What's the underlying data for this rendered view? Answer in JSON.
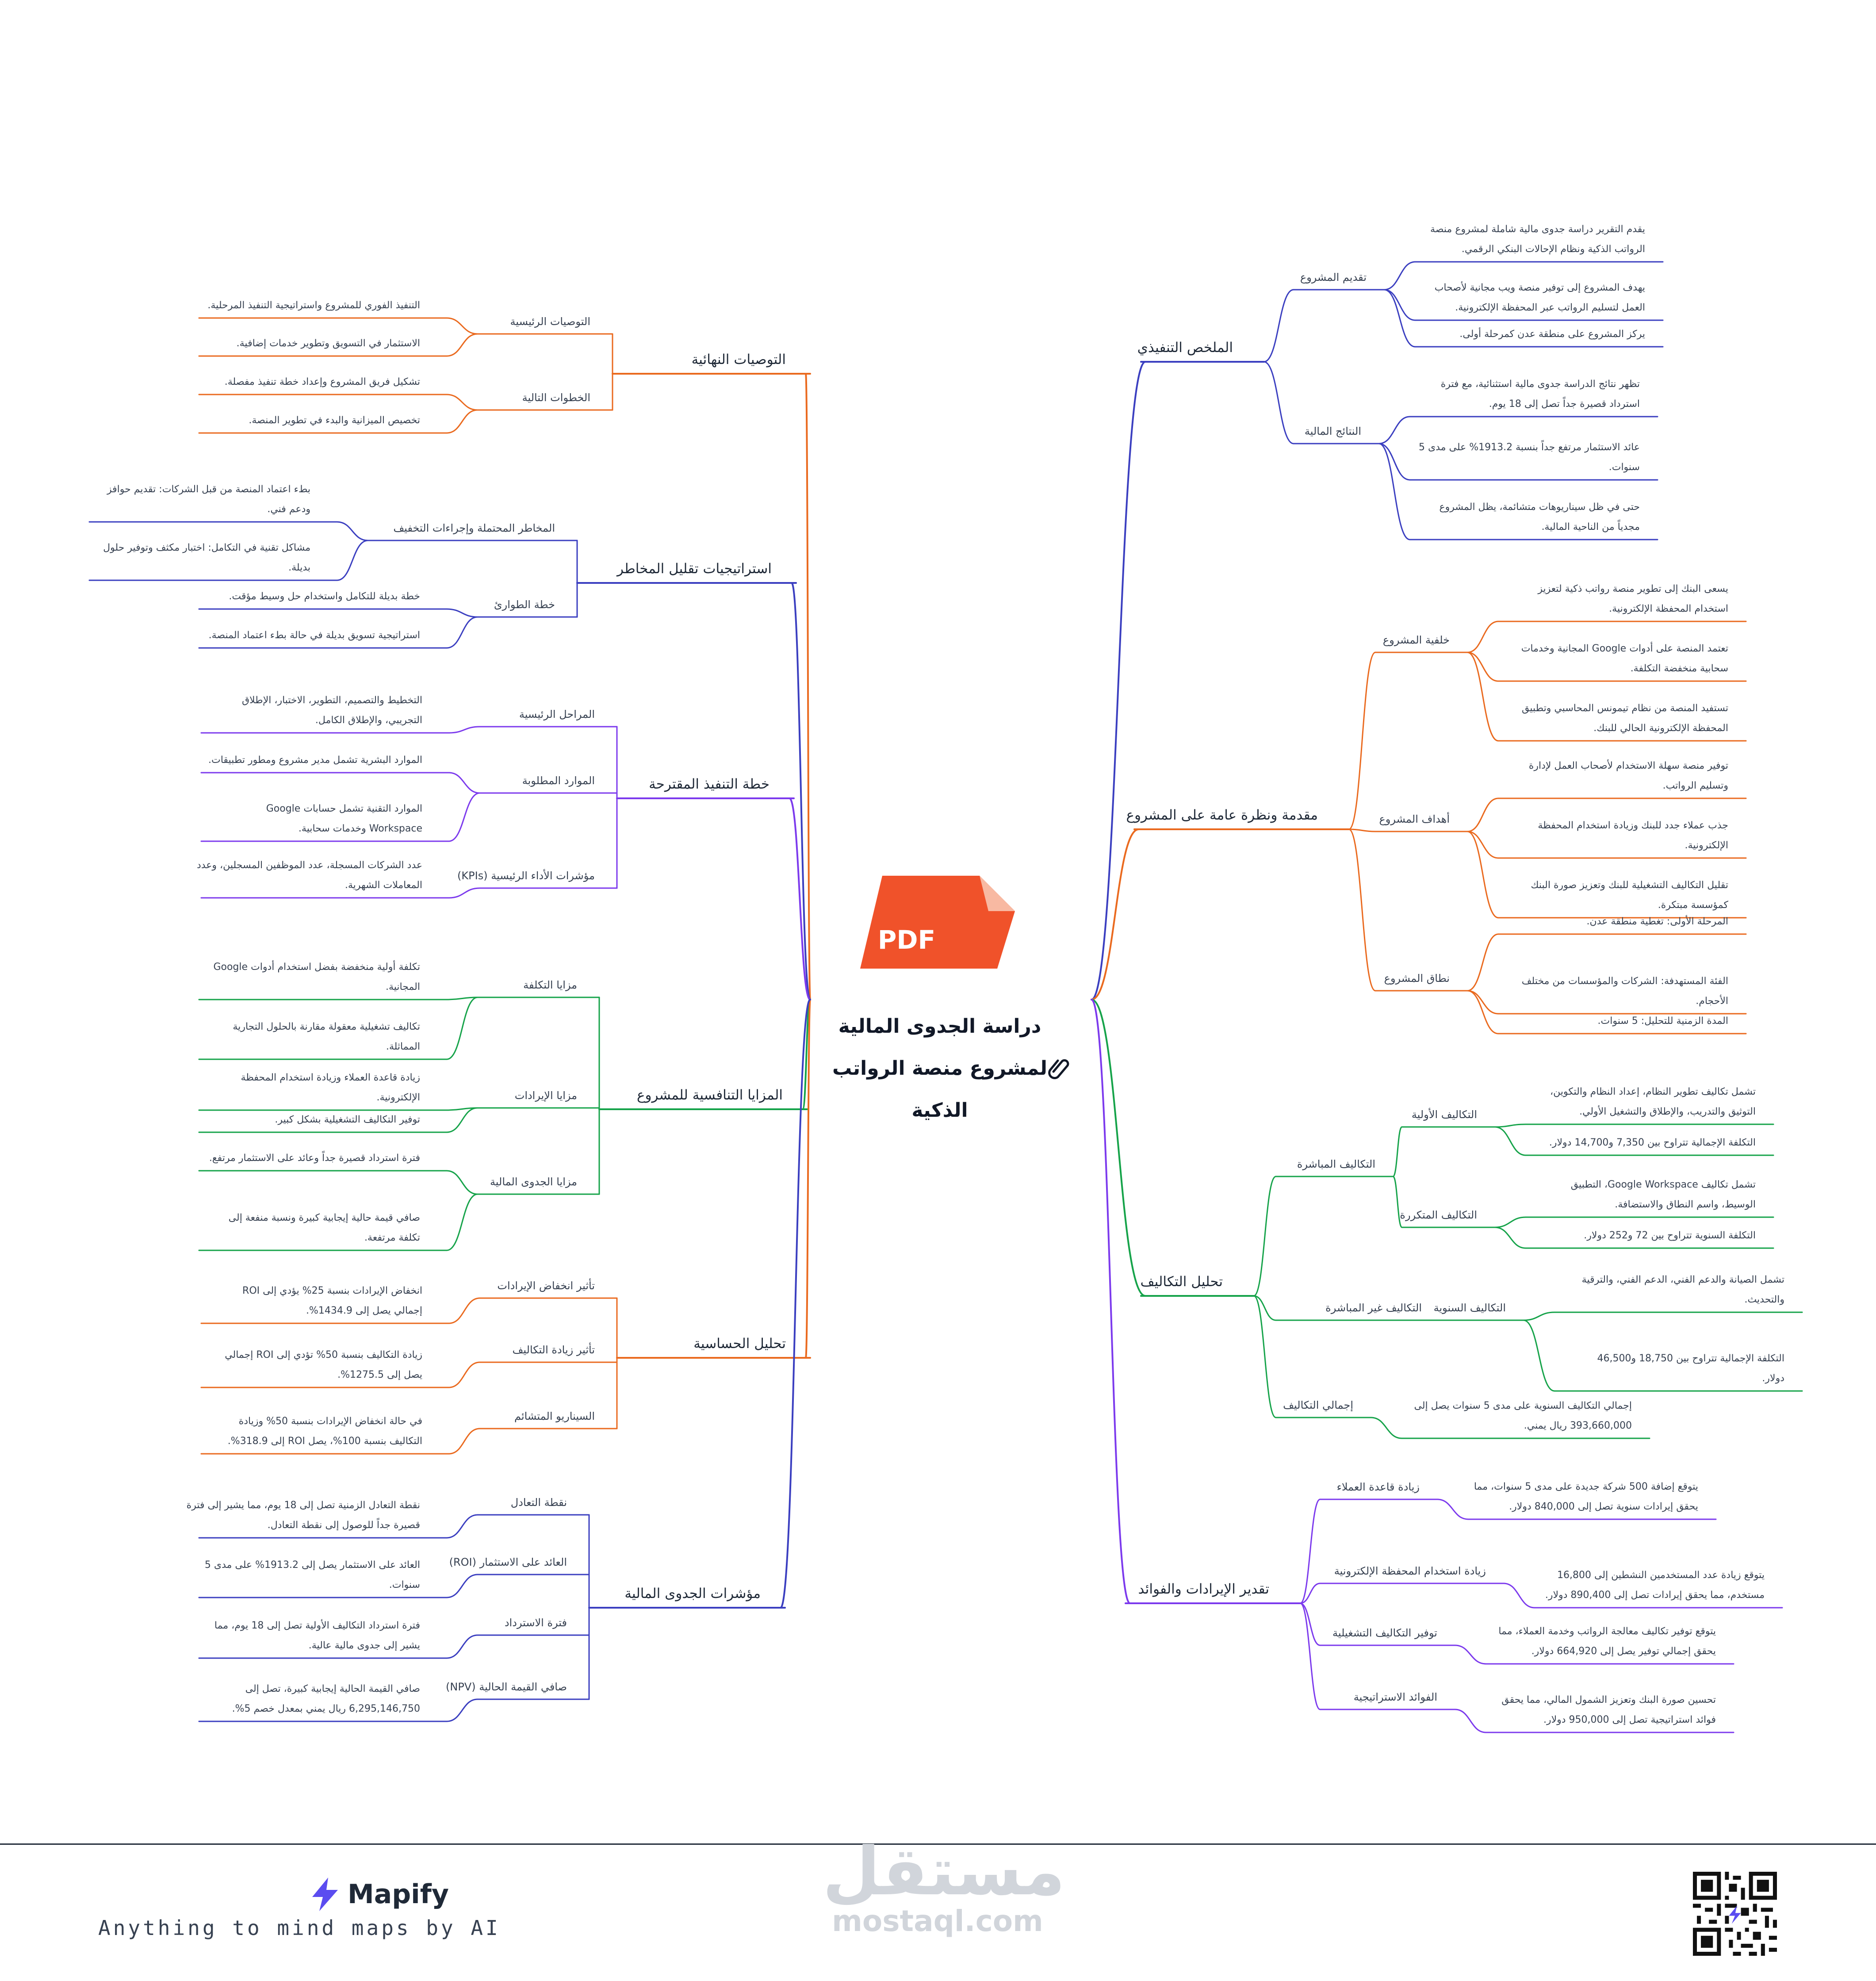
{
  "title": "دراسة الجدوى المالية لمشروع منصة الرواتب الذكية",
  "title_lines": [
    "دراسة الجدوى المالية",
    "لمشروع منصة الرواتب",
    "الذكية"
  ],
  "pdf_badge": "PDF",
  "icons": {
    "pdf": "pdf-file-icon",
    "attach": "paperclip-icon",
    "brand": "lightning-icon",
    "qr": "qr-code-icon"
  },
  "colors": {
    "blue": "#3b3fc0",
    "orange": "#ea6a1f",
    "green": "#16a34a",
    "purple": "#7c3aed",
    "pdf": "#f0522a"
  },
  "footer": {
    "brand": "Mapify",
    "tagline": "Anything to mind maps by AI",
    "watermark_ar": "مستقل",
    "watermark_en": "mostaql.com"
  },
  "branches": [
    {
      "label": "الملخص التنفيذي",
      "color": "#3b3fc0",
      "children": [
        {
          "label": "تقديم المشروع",
          "leaves": [
            [
              "يقدم التقرير دراسة جدوى مالية شاملة لمشروع منصة",
              "الرواتب الذكية ونظام الإحالات البنكي الرقمي."
            ],
            [
              "يهدف المشروع إلى توفير منصة ويب مجانية لأصحاب",
              "العمل لتسليم الرواتب عبر المحفظة الإلكترونية."
            ],
            [
              "يركز المشروع على منطقة عدن كمرحلة أولى."
            ]
          ]
        },
        {
          "label": "النتائج المالية",
          "leaves": [
            [
              "تظهر نتائج الدراسة جدوى مالية استثنائية، مع فترة",
              "استرداد قصيرة جداً تصل إلى 18 يوم."
            ],
            [
              "عائد الاستثمار مرتفع جداً بنسبة 1913.2% على مدى 5",
              "سنوات."
            ],
            [
              "حتى في ظل سيناريوهات متشائمة، يظل المشروع",
              "مجدياً من الناحية المالية."
            ]
          ]
        }
      ]
    },
    {
      "label": "مقدمة ونظرة عامة على المشروع",
      "color": "#ea6a1f",
      "children": [
        {
          "label": "خلفية المشروع",
          "leaves": [
            [
              "يسعى البنك إلى تطوير منصة رواتب ذكية لتعزيز",
              "استخدام المحفظة الإلكترونية."
            ],
            [
              "تعتمد المنصة على أدوات Google المجانية وخدمات",
              "سحابية منخفضة التكلفة."
            ],
            [
              "تستفيد المنصة من نظام تيمونس المحاسبي وتطبيق",
              "المحفظة الإلكترونية الحالي للبنك."
            ]
          ]
        },
        {
          "label": "أهداف المشروع",
          "leaves": [
            [
              "توفير منصة سهلة الاستخدام لأصحاب العمل لإدارة",
              "وتسليم الرواتب."
            ],
            [
              "جذب عملاء جدد للبنك وزيادة استخدام المحفظة",
              "الإلكترونية."
            ],
            [
              "تقليل التكاليف التشغيلية للبنك وتعزيز صورة البنك",
              "كمؤسسة مبتكرة."
            ]
          ]
        },
        {
          "label": "نطاق المشروع",
          "leaves": [
            [
              "المرحلة الأولى: تغطية منطقة عدن."
            ],
            [
              "الفئة المستهدفة: الشركات والمؤسسات من مختلف",
              "الأحجام."
            ],
            [
              "المدة الزمنية للتحليل: 5 سنوات."
            ]
          ]
        }
      ]
    },
    {
      "label": "تحليل التكاليف",
      "color": "#16a34a",
      "children": [
        {
          "label": "التكاليف المباشرة",
          "sub": [
            {
              "label": "التكاليف الأولية",
              "leaves": [
                [
                  "تشمل تكاليف تطوير النظام، إعداد النظام والتكوين،",
                  "التوثيق والتدريب، والإطلاق والتشغيل الأولي."
                ],
                [
                  "التكلفة الإجمالية تتراوح بين 7,350 و14,700 دولار."
                ]
              ]
            },
            {
              "label": "التكاليف المتكررة",
              "leaves": [
                [
                  "تشمل تكاليف Google Workspace، التطبيق",
                  "الوسيط، واسم النطاق والاستضافة."
                ],
                [
                  "التكلفة السنوية تتراوح بين 72 و252 دولار."
                ]
              ]
            }
          ]
        },
        {
          "label": "التكاليف غير المباشرة",
          "sub": [
            {
              "label": "التكاليف السنوية",
              "leaves": [
                [
                  "تشمل الصيانة والدعم الفني، الدعم الفني، والترقية",
                  "والتحديث."
                ],
                [
                  "التكلفة الإجمالية تتراوح بين 18,750 و46,500",
                  "دولار."
                ]
              ]
            }
          ]
        },
        {
          "label": "إجمالي التكاليف",
          "leaves": [
            [
              "إجمالي التكاليف السنوية على مدى 5 سنوات يصل إلى",
              "393,660,000 ريال يمني."
            ]
          ]
        }
      ]
    },
    {
      "label": "تقدير الإيرادات والفوائد",
      "color": "#7c3aed",
      "children": [
        {
          "label": "زيادة قاعدة العملاء",
          "leaves": [
            [
              "يتوقع إضافة 500 شركة جديدة على مدى 5 سنوات، مما",
              "يحقق إيرادات سنوية تصل إلى 840,000 دولار."
            ]
          ]
        },
        {
          "label": "زيادة استخدام المحفظة الإلكترونية",
          "leaves": [
            [
              "يتوقع زيادة عدد المستخدمين النشطين إلى 16,800",
              "مستخدم، مما يحقق إيرادات تصل إلى 890,400 دولار."
            ]
          ]
        },
        {
          "label": "توفير التكاليف التشغيلية",
          "leaves": [
            [
              "يتوقع توفير تكاليف معالجة الرواتب وخدمة العملاء، مما",
              "يحقق إجمالي توفير يصل إلى 664,920 دولار."
            ]
          ]
        },
        {
          "label": "الفوائد الاستراتيجية",
          "leaves": [
            [
              "تحسين صورة البنك وتعزيز الشمول المالي، مما يحقق",
              "فوائد استراتيجية تصل إلى 950,000 دولار."
            ]
          ]
        }
      ]
    },
    {
      "label": "التوصيات النهائية",
      "color": "#ea6a1f",
      "children": [
        {
          "label": "التوصيات الرئيسية",
          "leaves": [
            [
              "التنفيذ الفوري للمشروع واستراتيجية التنفيذ المرحلية."
            ],
            [
              "الاستثمار في التسويق وتطوير خدمات إضافية."
            ]
          ]
        },
        {
          "label": "الخطوات التالية",
          "leaves": [
            [
              "تشكيل فريق المشروع وإعداد خطة تنفيذ مفصلة."
            ],
            [
              "تخصيص الميزانية والبدء في تطوير المنصة."
            ]
          ]
        }
      ]
    },
    {
      "label": "استراتيجيات تقليل المخاطر",
      "color": "#3b3fc0",
      "children": [
        {
          "label": "المخاطر المحتملة وإجراءات التخفيف",
          "leaves": [
            [
              "بطء اعتماد المنصة من قبل الشركات: تقديم حوافز",
              "ودعم فني."
            ],
            [
              "مشاكل تقنية في التكامل: اختبار مكثف وتوفير حلول",
              "بديلة."
            ]
          ]
        },
        {
          "label": "خطة الطوارئ",
          "leaves": [
            [
              "خطة بديلة للتكامل واستخدام حل وسيط مؤقت."
            ],
            [
              "استراتيجية تسويق بديلة في حالة بطء اعتماد المنصة."
            ]
          ]
        }
      ]
    },
    {
      "label": "خطة التنفيذ المقترحة",
      "color": "#7c3aed",
      "children": [
        {
          "label": "المراحل الرئيسية",
          "leaves": [
            [
              "التخطيط والتصميم، التطوير، الاختبار، الإطلاق",
              "التجريبي، والإطلاق الكامل."
            ]
          ]
        },
        {
          "label": "الموارد المطلوبة",
          "leaves": [
            [
              "الموارد البشرية تشمل مدير مشروع ومطور تطبيقات."
            ],
            [
              "الموارد التقنية تشمل حسابات Google",
              "Workspace وخدمات سحابية."
            ]
          ]
        },
        {
          "label": "مؤشرات الأداء الرئيسية (KPIs)",
          "leaves": [
            [
              "عدد الشركات المسجلة، عدد الموظفين المسجلين، وعدد",
              "المعاملات الشهرية."
            ]
          ]
        }
      ]
    },
    {
      "label": "المزايا التنافسية للمشروع",
      "color": "#16a34a",
      "children": [
        {
          "label": "مزايا التكلفة",
          "leaves": [
            [
              "تكلفة أولية منخفضة بفضل استخدام أدوات Google",
              "المجانية."
            ],
            [
              "تكاليف تشغيلية معقولة مقارنة بالحلول التجارية",
              "المماثلة."
            ]
          ]
        },
        {
          "label": "مزايا الإيرادات",
          "leaves": [
            [
              "زيادة قاعدة العملاء وزيادة استخدام المحفظة",
              "الإلكترونية."
            ],
            [
              "توفير التكاليف التشغيلية بشكل كبير."
            ]
          ]
        },
        {
          "label": "مزايا الجدوى المالية",
          "leaves": [
            [
              "فترة استرداد قصيرة جداً وعائد على الاستثمار مرتفع."
            ],
            [
              "صافي قيمة حالية إيجابية كبيرة ونسبة منفعة إلى",
              "تكلفة مرتفعة."
            ]
          ]
        }
      ]
    },
    {
      "label": "تحليل الحساسية",
      "color": "#ea6a1f",
      "children": [
        {
          "label": "تأثير انخفاض الإيرادات",
          "leaves": [
            [
              "انخفاض الإيرادات بنسبة 25% يؤدي إلى ROI",
              "إجمالي يصل إلى 1434.9%."
            ]
          ]
        },
        {
          "label": "تأثير زيادة التكاليف",
          "leaves": [
            [
              "زيادة التكاليف بنسبة 50% تؤدي إلى ROI إجمالي",
              "يصل إلى 1275.5%."
            ]
          ]
        },
        {
          "label": "السيناريو المتشائم",
          "leaves": [
            [
              "في حالة انخفاض الإيرادات بنسبة 50% وزيادة",
              "التكاليف بنسبة 100%، يصل ROI إلى 318.9%."
            ]
          ]
        }
      ]
    },
    {
      "label": "مؤشرات الجدوى المالية",
      "color": "#3b3fc0",
      "children": [
        {
          "label": "نقطة التعادل",
          "leaves": [
            [
              "نقطة التعادل الزمنية تصل إلى 18 يوم، مما يشير إلى فترة",
              "قصيرة جداً للوصول إلى نقطة التعادل."
            ]
          ]
        },
        {
          "label": "العائد على الاستثمار (ROI)",
          "leaves": [
            [
              "العائد على الاستثمار يصل إلى 1913.2% على مدى 5",
              "سنوات."
            ]
          ]
        },
        {
          "label": "فترة الاسترداد",
          "leaves": [
            [
              "فترة استرداد التكاليف الأولية تصل إلى 18 يوم، مما",
              "يشير إلى جدوى مالية عالية."
            ]
          ]
        },
        {
          "label": "صافي القيمة الحالية (NPV)",
          "leaves": [
            [
              "صافي القيمة الحالية إيجابية كبيرة، تصل إلى",
              "6,295,146,750 ريال يمني بمعدل خصم 5%."
            ]
          ]
        }
      ]
    }
  ]
}
